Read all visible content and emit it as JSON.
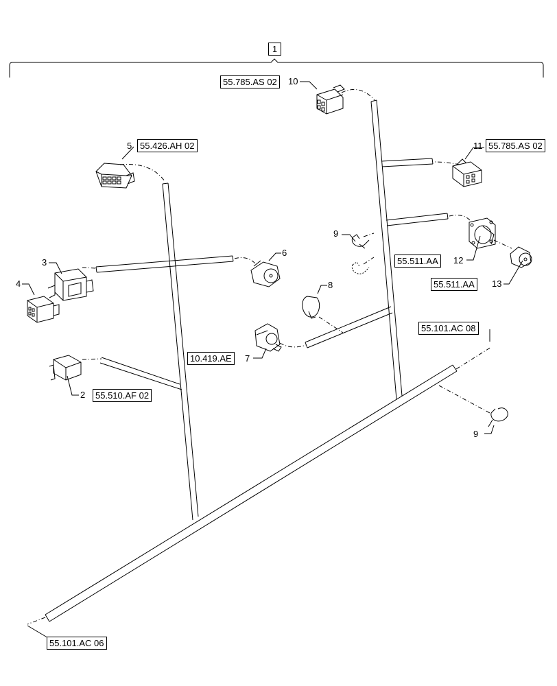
{
  "assembly": {
    "item": "1"
  },
  "references": {
    "r10": "55.785.AS 02",
    "r5": "55.426.AH 02",
    "r11": "55.785.AS 02",
    "r12": "55.511.AA",
    "r13": "55.511.AA",
    "r7": "10.419.AE",
    "r2": "55.510.AF 02",
    "r08": "55.101.AC 08",
    "r06": "55.101.AC 06"
  },
  "callouts": {
    "n10": "10",
    "n5": "5",
    "n11": "11",
    "n3": "3",
    "n4": "4",
    "n6": "6",
    "n9a": "9",
    "n8": "8",
    "n12": "12",
    "n13": "13",
    "n7": "7",
    "n2": "2",
    "n9b": "9"
  },
  "icons": {
    "connector": "connector-icon",
    "clip": "clip-icon",
    "harness": "wiring-harness-icon"
  }
}
